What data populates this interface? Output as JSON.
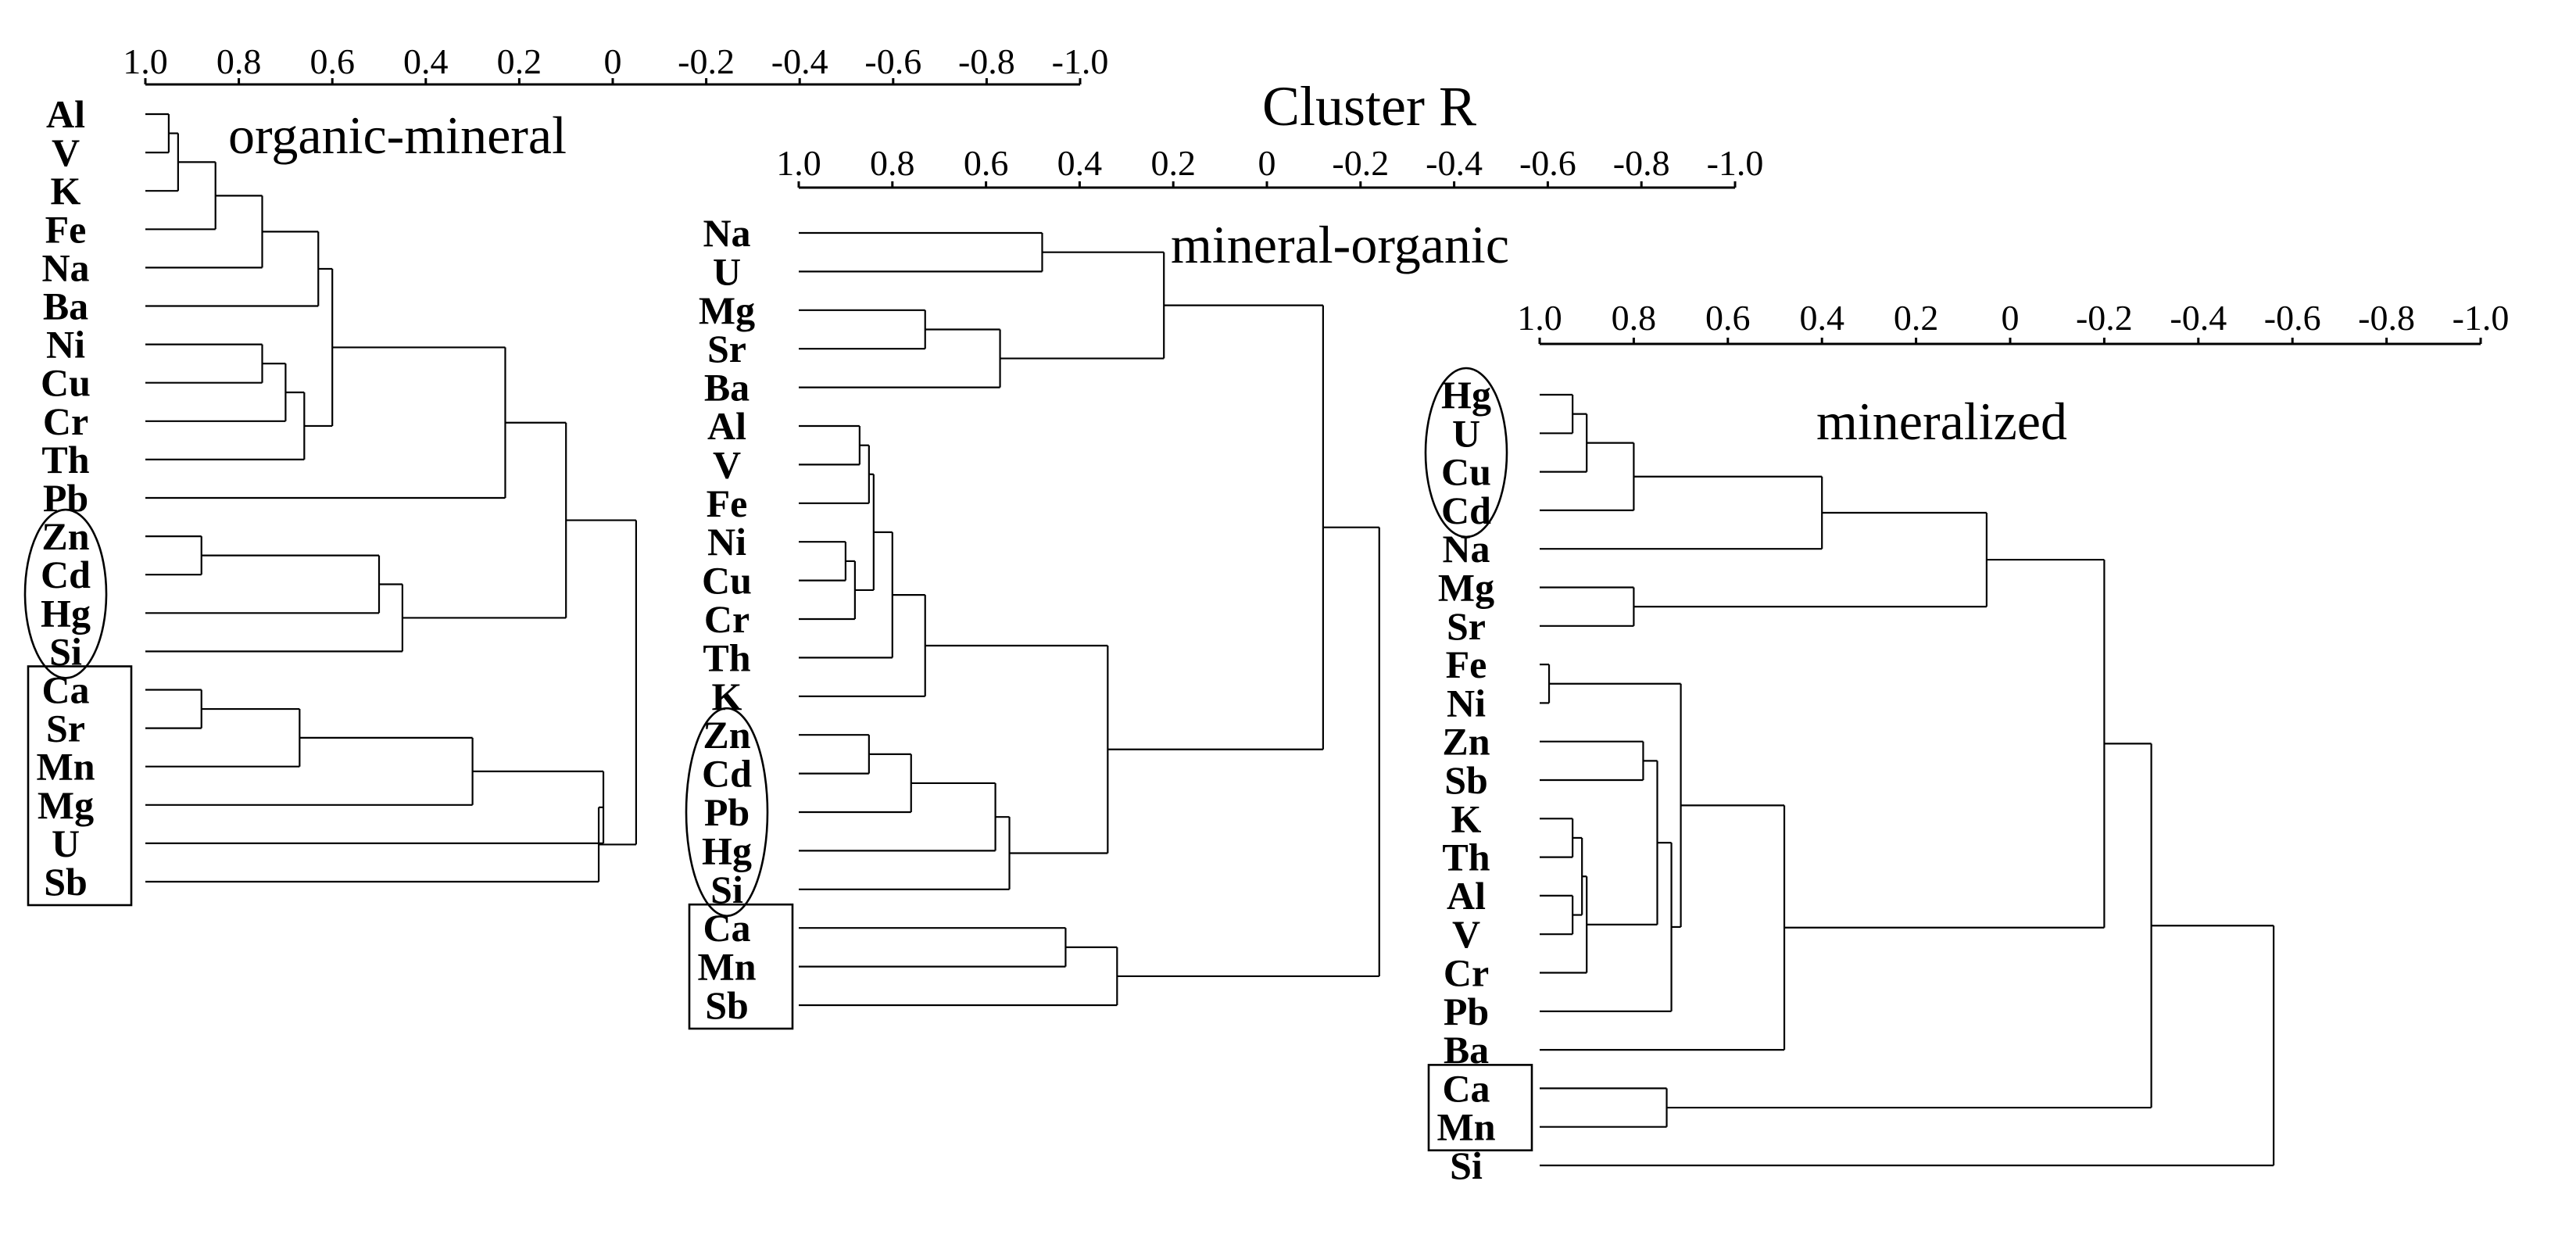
{
  "figure_title": "Cluster R",
  "chart_data": [
    {
      "type": "dendrogram",
      "title": "organic-mineral",
      "axis_ticks": [
        "1.0",
        "0.8",
        "0.6",
        "0.4",
        "0.2",
        "0",
        "-0.2",
        "-0.4",
        "-0.6",
        "-0.8",
        "-1.0"
      ],
      "axis_range": [
        1.0,
        -1.0
      ],
      "leaves": [
        "Al",
        "V",
        "K",
        "Fe",
        "Na",
        "Ba",
        "Ni",
        "Cu",
        "Cr",
        "Th",
        "Pb",
        "Zn",
        "Cd",
        "Hg",
        "Si",
        "Ca",
        "Sr",
        "Mn",
        "Mg",
        "U",
        "Sb"
      ],
      "merges": [
        {
          "a": "Al",
          "b": "V",
          "r": 0.95
        },
        {
          "a": "Al,V",
          "b": "K",
          "r": 0.93
        },
        {
          "a": "Al,V,K",
          "b": "Fe",
          "r": 0.85
        },
        {
          "a": "Al-Fe",
          "b": "Na",
          "r": 0.75
        },
        {
          "a": "Ni",
          "b": "Cu",
          "r": 0.75
        },
        {
          "a": "Ni,Cu",
          "b": "Cr",
          "r": 0.7
        },
        {
          "a": "Ni,Cu,Cr",
          "b": "Th",
          "r": 0.66
        },
        {
          "a": "Al-Na",
          "b": "Ba",
          "r": 0.63
        },
        {
          "a": "Al-Ba",
          "b": "Ni-Th",
          "r": 0.6
        },
        {
          "a": "Al-Th",
          "b": "Pb",
          "r": 0.23
        },
        {
          "a": "Zn",
          "b": "Cd",
          "r": 0.88
        },
        {
          "a": "Zn,Cd",
          "b": "Hg",
          "r": 0.5
        },
        {
          "a": "Zn-Hg",
          "b": "Si",
          "r": 0.45
        },
        {
          "a": "Al-Pb",
          "b": "Zn-Si",
          "r": 0.1
        },
        {
          "a": "Ca",
          "b": "Sr",
          "r": 0.88
        },
        {
          "a": "Ca,Sr",
          "b": "Mn",
          "r": 0.67
        },
        {
          "a": "Ca-Mn",
          "b": "Mg",
          "r": 0.3
        },
        {
          "a": "Ca-Mg",
          "b": "U",
          "r": 0.02
        },
        {
          "a": "Ca-U",
          "b": "Sb",
          "r": 0.03
        },
        {
          "a": "Al-Si",
          "b": "Ca-Sb",
          "r": -0.05
        }
      ],
      "groups": [
        {
          "shape": "ellipse",
          "members": [
            "Zn",
            "Cd",
            "Hg",
            "Si"
          ]
        },
        {
          "shape": "box",
          "members": [
            "Ca",
            "Sr",
            "Mn",
            "Mg",
            "U",
            "Sb"
          ]
        }
      ]
    },
    {
      "type": "dendrogram",
      "title": "mineral-organic",
      "axis_ticks": [
        "1.0",
        "0.8",
        "0.6",
        "0.4",
        "0.2",
        "0",
        "-0.2",
        "-0.4",
        "-0.6",
        "-0.8",
        "-1.0"
      ],
      "axis_range": [
        1.0,
        -1.0
      ],
      "leaves": [
        "Na",
        "U",
        "Mg",
        "Sr",
        "Ba",
        "Al",
        "V",
        "Fe",
        "Ni",
        "Cu",
        "Cr",
        "Th",
        "K",
        "Zn",
        "Cd",
        "Pb",
        "Hg",
        "Si",
        "Ca",
        "Mn",
        "Sb"
      ],
      "merges": [
        {
          "a": "Na",
          "b": "U",
          "r": 0.48
        },
        {
          "a": "Mg",
          "b": "Sr",
          "r": 0.73
        },
        {
          "a": "Mg,Sr",
          "b": "Ba",
          "r": 0.57
        },
        {
          "a": "Na,U",
          "b": "Mg-Ba",
          "r": 0.22
        },
        {
          "a": "Al",
          "b": "V",
          "r": 0.87
        },
        {
          "a": "Al,V",
          "b": "Fe",
          "r": 0.85
        },
        {
          "a": "Ni",
          "b": "Cu",
          "r": 0.9
        },
        {
          "a": "Ni,Cu",
          "b": "Cr",
          "r": 0.88
        },
        {
          "a": "Al-Fe",
          "b": "Ni-Cr",
          "r": 0.84
        },
        {
          "a": "Al-Cr",
          "b": "Th",
          "r": 0.8
        },
        {
          "a": "Al-Th",
          "b": "K",
          "r": 0.73
        },
        {
          "a": "Zn",
          "b": "Cd",
          "r": 0.85
        },
        {
          "a": "Zn,Cd",
          "b": "Pb",
          "r": 0.76
        },
        {
          "a": "Zn-Pb",
          "b": "Hg",
          "r": 0.58
        },
        {
          "a": "Zn-Hg",
          "b": "Si",
          "r": 0.55
        },
        {
          "a": "Al-K",
          "b": "Zn-Si",
          "r": 0.34
        },
        {
          "a": "Na-Ba",
          "b": "Al-Si",
          "r": -0.12
        },
        {
          "a": "Ca",
          "b": "Mn",
          "r": 0.43
        },
        {
          "a": "Ca,Mn",
          "b": "Sb",
          "r": 0.32
        },
        {
          "a": "Na-Si",
          "b": "Ca-Sb",
          "r": -0.24
        }
      ],
      "groups": [
        {
          "shape": "ellipse",
          "members": [
            "Zn",
            "Cd",
            "Pb",
            "Hg",
            "Si"
          ]
        },
        {
          "shape": "box",
          "members": [
            "Ca",
            "Mn",
            "Sb"
          ]
        }
      ]
    },
    {
      "type": "dendrogram",
      "title": "mineralized",
      "axis_ticks": [
        "1.0",
        "0.8",
        "0.6",
        "0.4",
        "0.2",
        "0",
        "-0.2",
        "-0.4",
        "-0.6",
        "-0.8",
        "-1.0"
      ],
      "axis_range": [
        1.0,
        -1.0
      ],
      "leaves": [
        "Hg",
        "U",
        "Cu",
        "Cd",
        "Na",
        "Mg",
        "Sr",
        "Fe",
        "Ni",
        "Zn",
        "Sb",
        "K",
        "Th",
        "Al",
        "V",
        "Cr",
        "Pb",
        "Ba",
        "Ca",
        "Mn",
        "Si"
      ],
      "merges": [
        {
          "a": "Hg",
          "b": "U",
          "r": 0.93
        },
        {
          "a": "Hg,U",
          "b": "Cu",
          "r": 0.9
        },
        {
          "a": "Hg-Cu",
          "b": "Cd",
          "r": 0.8
        },
        {
          "a": "Hg-Cd",
          "b": "Na",
          "r": 0.4
        },
        {
          "a": "Mg",
          "b": "Sr",
          "r": 0.8
        },
        {
          "a": "Hg-Na",
          "b": "Mg,Sr",
          "r": 0.05
        },
        {
          "a": "Fe",
          "b": "Ni",
          "r": 0.98
        },
        {
          "a": "Zn",
          "b": "Sb",
          "r": 0.78
        },
        {
          "a": "K",
          "b": "Th",
          "r": 0.93
        },
        {
          "a": "Al",
          "b": "V",
          "r": 0.93
        },
        {
          "a": "K,Th",
          "b": "Al,V",
          "r": 0.91
        },
        {
          "a": "K-V",
          "b": "Cr",
          "r": 0.9
        },
        {
          "a": "Zn,Sb",
          "b": "K-Cr",
          "r": 0.75
        },
        {
          "a": "Zn-Cr",
          "b": "Pb",
          "r": 0.72
        },
        {
          "a": "Fe,Ni",
          "b": "Zn-Pb",
          "r": 0.7
        },
        {
          "a": "Fe-Pb",
          "b": "Ba",
          "r": 0.48
        },
        {
          "a": "Hg-Sr",
          "b": "Fe-Ba",
          "r": -0.2
        },
        {
          "a": "Ca",
          "b": "Mn",
          "r": 0.73
        },
        {
          "a": "Hg-Ba",
          "b": "Ca,Mn",
          "r": -0.3
        },
        {
          "a": "Hg-Mn",
          "b": "Si",
          "r": -0.56
        }
      ],
      "groups": [
        {
          "shape": "ellipse",
          "members": [
            "Hg",
            "U",
            "Cu",
            "Cd"
          ]
        },
        {
          "shape": "box",
          "members": [
            "Ca",
            "Mn"
          ]
        }
      ]
    }
  ]
}
